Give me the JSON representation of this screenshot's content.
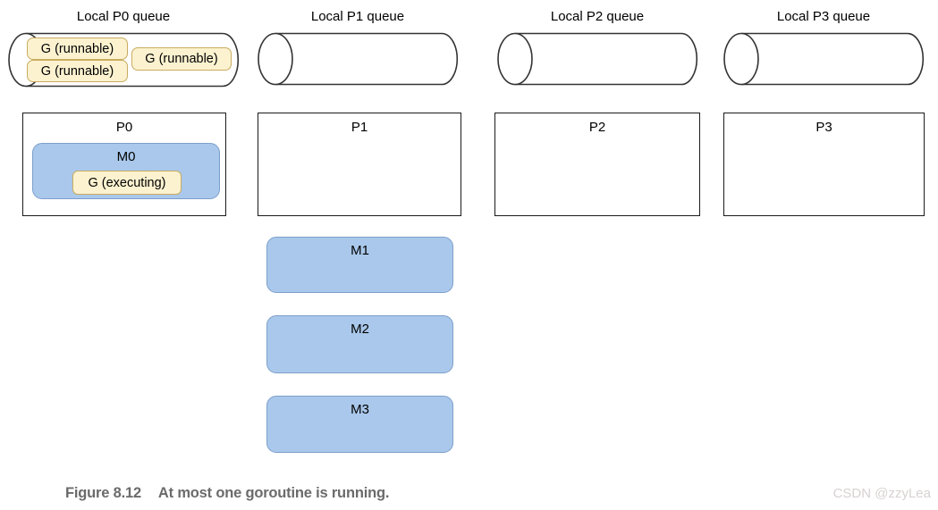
{
  "diagram": {
    "queues": [
      {
        "title": "Local P0 queue",
        "goroutines": [
          "G (runnable)",
          "G (runnable)",
          "G (runnable)"
        ]
      },
      {
        "title": "Local P1 queue",
        "goroutines": []
      },
      {
        "title": "Local P2 queue",
        "goroutines": []
      },
      {
        "title": "Local P3 queue",
        "goroutines": []
      }
    ],
    "processors": [
      {
        "label": "P0",
        "machine": {
          "label": "M0",
          "goroutine": "G (executing)"
        }
      },
      {
        "label": "P1",
        "machine": null
      },
      {
        "label": "P2",
        "machine": null
      },
      {
        "label": "P3",
        "machine": null
      }
    ],
    "spare_machines": [
      {
        "label": "M1"
      },
      {
        "label": "M2"
      },
      {
        "label": "M3"
      }
    ]
  },
  "caption": {
    "figure_label": "Figure 8.12",
    "text": "At most one goroutine is running."
  },
  "watermark": "CSDN @zzyLea",
  "colors": {
    "machine_fill": "#a9c8eb",
    "machine_border": "#7d9fcb",
    "goroutine_fill": "#fcf2d0",
    "goroutine_border": "#c9ac5f",
    "box_border": "#1a1a1a",
    "cylinder_stroke": "#333333",
    "caption_text": "#6b6b6b",
    "watermark_text": "#d8d1d1"
  }
}
